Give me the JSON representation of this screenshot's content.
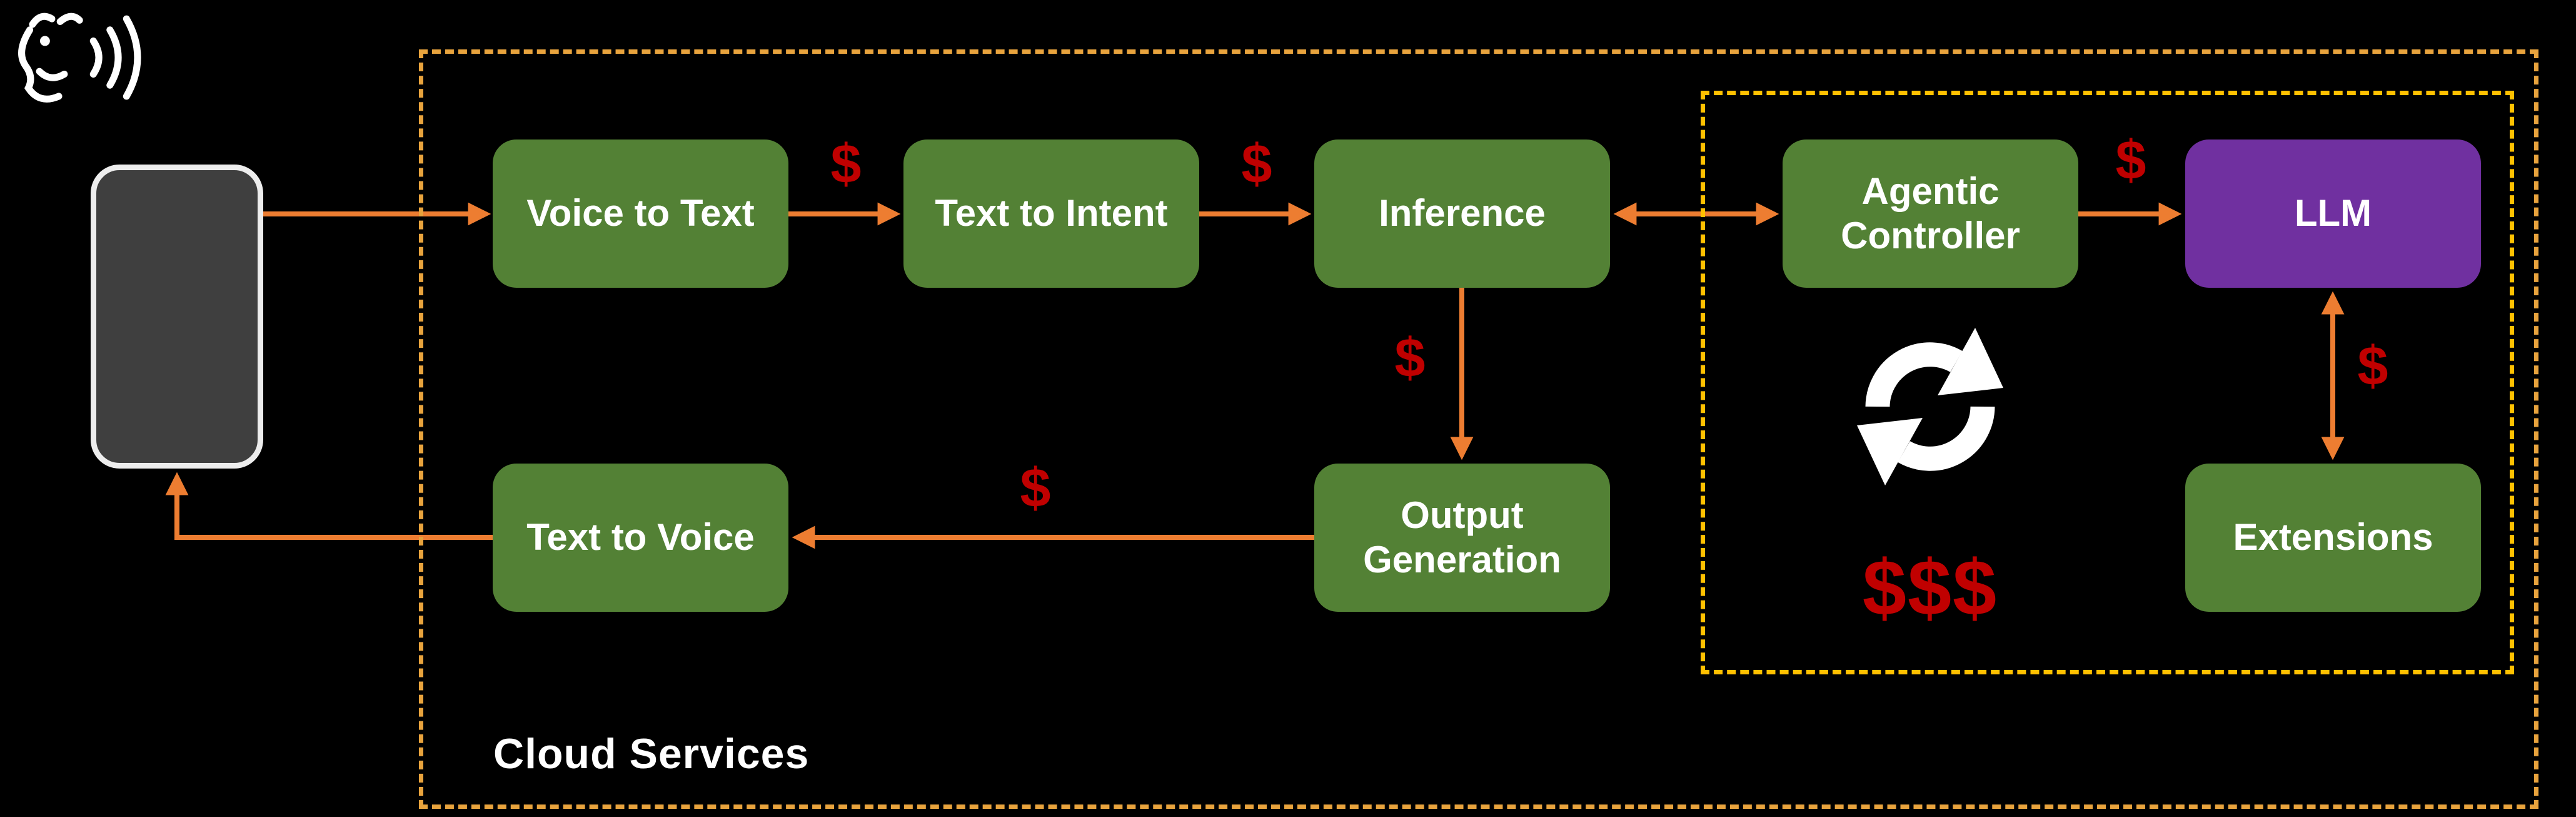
{
  "diagram": {
    "type": "flow-diagram",
    "outer_group_label": "Cloud Services",
    "nodes": {
      "voice_to_text": "Voice to Text",
      "text_to_intent": "Text to Intent",
      "inference": "Inference",
      "output_generation": "Output Generation",
      "text_to_voice": "Text to Voice",
      "agentic_controller": "Agentic Controller",
      "llm": "LLM",
      "extensions": "Extensions"
    },
    "cost": {
      "marker": "$",
      "total": "$$$"
    },
    "icons": {
      "speaking_person": "speaking-person-icon",
      "sync_loop": "sync-loop-icon",
      "phone": "phone-device"
    },
    "colors": {
      "background": "#000000",
      "node_green": "#538135",
      "node_purple": "#7030A0",
      "arrow_orange": "#ED7D31",
      "outer_dashed_border": "#E8A33D",
      "inner_dashed_border": "#FFC000",
      "cost_red": "#C00000",
      "text_white": "#FFFFFF",
      "phone_fill": "#3F3F3F"
    }
  }
}
